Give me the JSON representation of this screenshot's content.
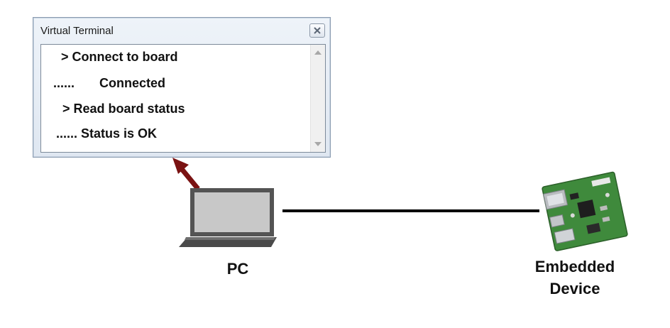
{
  "terminal": {
    "title": "Virtual Terminal",
    "lines": [
      "> Connect to board",
      "......       Connected",
      "> Read board status",
      "...... Status is OK"
    ]
  },
  "labels": {
    "pc": "PC",
    "device_line1": "Embedded",
    "device_line2": "Device"
  },
  "colors": {
    "arrow": "#7a1212",
    "connection": "#000000",
    "laptop_body": "#545454",
    "laptop_screen": "#c8c8c8",
    "board_green": "#3f8a3c"
  },
  "icons": {
    "close": "close-icon",
    "pc": "laptop-icon",
    "device": "circuit-board-icon"
  }
}
